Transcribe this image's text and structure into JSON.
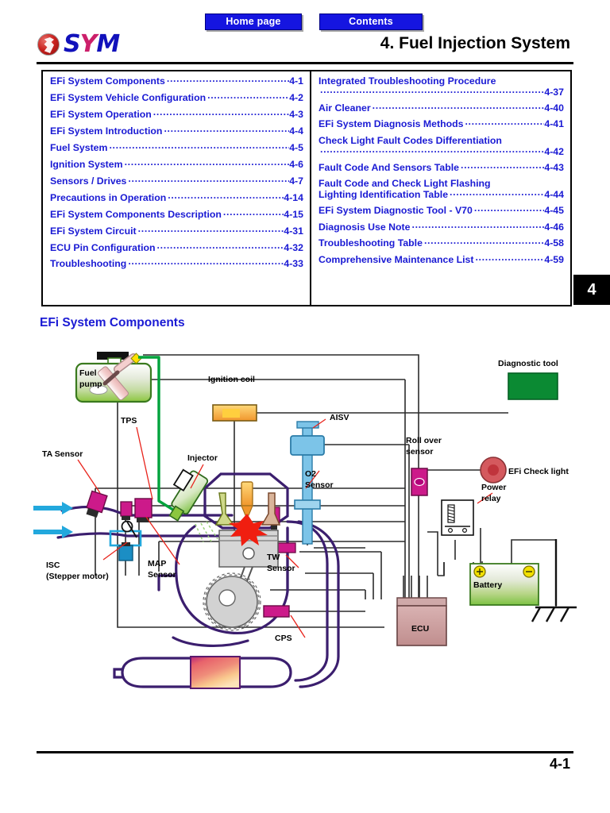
{
  "nav": {
    "home_label": "Home page",
    "contents_label": "Contents"
  },
  "header": {
    "brand": "SYM",
    "brand_s": "S",
    "brand_y": "Y",
    "brand_m": "M",
    "chapter_title": "4. Fuel Injection System",
    "chapter_tab": "4"
  },
  "toc": {
    "left": [
      {
        "label": "EFi System Components",
        "page": "4-1"
      },
      {
        "label": "EFi System Vehicle Configuration",
        "page": "4-2"
      },
      {
        "label": "EFi System Operation",
        "page": "4-3"
      },
      {
        "label": "EFi System Introduction",
        "page": "4-4"
      },
      {
        "label": "Fuel System",
        "page": "4-5"
      },
      {
        "label": "Ignition System",
        "page": "4-6"
      },
      {
        "label": "Sensors / Drives",
        "page": "4-7"
      },
      {
        "label": "Precautions in Operation",
        "page": "4-14"
      },
      {
        "label": "EFi System Components Description",
        "page": "4-15"
      },
      {
        "label": "EFi System Circuit",
        "page": "4-31"
      },
      {
        "label": "ECU Pin Configuration",
        "page": "4-32"
      },
      {
        "label": "Troubleshooting",
        "page": "4-33"
      }
    ],
    "right": [
      {
        "label": "Integrated Troubleshooting Procedure",
        "label2": "",
        "page": "4-37",
        "two_line": true
      },
      {
        "label": "Air Cleaner",
        "page": "4-40"
      },
      {
        "label": "EFi System Diagnosis Methods",
        "page": "4-41"
      },
      {
        "label": "Check Light Fault Codes Differentiation",
        "label2": "",
        "page": "4-42",
        "two_line": true
      },
      {
        "label": "Fault Code And Sensors Table",
        "page": "4-43"
      },
      {
        "label": "Fault Code and Check Light Flashing",
        "label2": "Lighting Identification Table",
        "page": "4-44",
        "two_line": true
      },
      {
        "label": "EFi System Diagnostic Tool - V70",
        "page": "4-45"
      },
      {
        "label": "Diagnosis Use Note",
        "page": "4-46"
      },
      {
        "label": "Troubleshooting Table",
        "page": "4-58"
      },
      {
        "label": "Comprehensive Maintenance List",
        "page": "4-59"
      }
    ],
    "dots": "·····························································································"
  },
  "section": {
    "heading": "EFi System Components"
  },
  "diagram": {
    "labels": {
      "fuel_pump_1": "Fuel",
      "fuel_pump_2": "pump",
      "ignition_coil": "Ignition coil",
      "aisv": "AISV",
      "diagnostic_tool": "Diagnostic tool",
      "efi_check_light": "EFi Check light",
      "tps": "TPS",
      "ta_sensor": "TA Sensor",
      "injector": "Injector",
      "o2_sensor_1": "O2",
      "o2_sensor_2": "Sensor",
      "roll_over_1": "Roll over",
      "roll_over_2": "sensor",
      "power_relay_1": "Power",
      "power_relay_2": "relay",
      "isc_1": "ISC",
      "isc_2": "(Stepper motor)",
      "map_sensor_1": "MAP",
      "map_sensor_2": "Sensor",
      "tw_sensor_1": "TW",
      "tw_sensor_2": "Sensor",
      "cps": "CPS",
      "ecu": "ECU",
      "battery": "Battery"
    },
    "colors": {
      "wire_purple": "#3b1e6e",
      "wire_black": "#2b2b2b",
      "fuel_green": "#00a33c",
      "sensor_magenta": "#cc1a8a",
      "aisv_blue": "#5aade0",
      "coil_orange": "#f5b731",
      "tool_green": "#0b8a33",
      "check_light_red": "#d4595e",
      "ecu_pink": "#c99a9a",
      "air_arrow_blue": "#22a8dd",
      "leader_red": "#e8231b"
    }
  },
  "footer": {
    "page_number": "4-1"
  }
}
